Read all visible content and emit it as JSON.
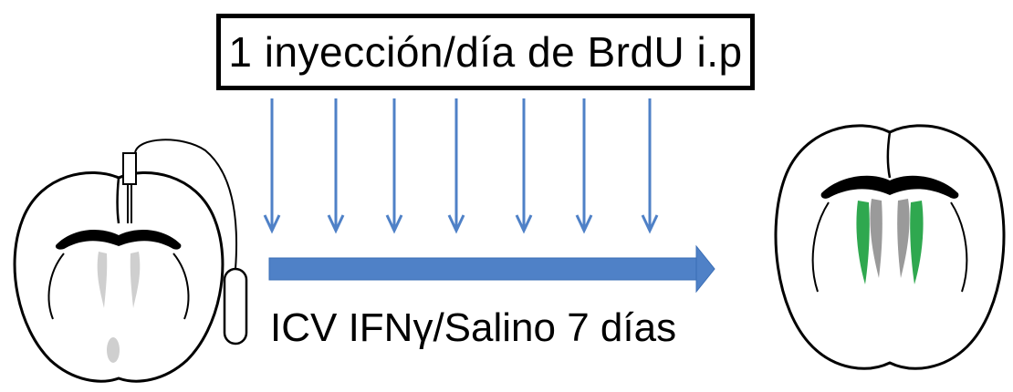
{
  "injection_label": "1 inyección/día de BrdU i.p",
  "treatment_label": "ICV IFNγ/Salino 7 días",
  "injection_arrow_count": 7,
  "colors": {
    "arrow_blue": "#4f81c7",
    "arrow_blue_dark": "#3a6db5",
    "outline": "#000000",
    "labeled_cells_green": "#2fa84f",
    "ventricle_gray": "#9a9a9a"
  }
}
